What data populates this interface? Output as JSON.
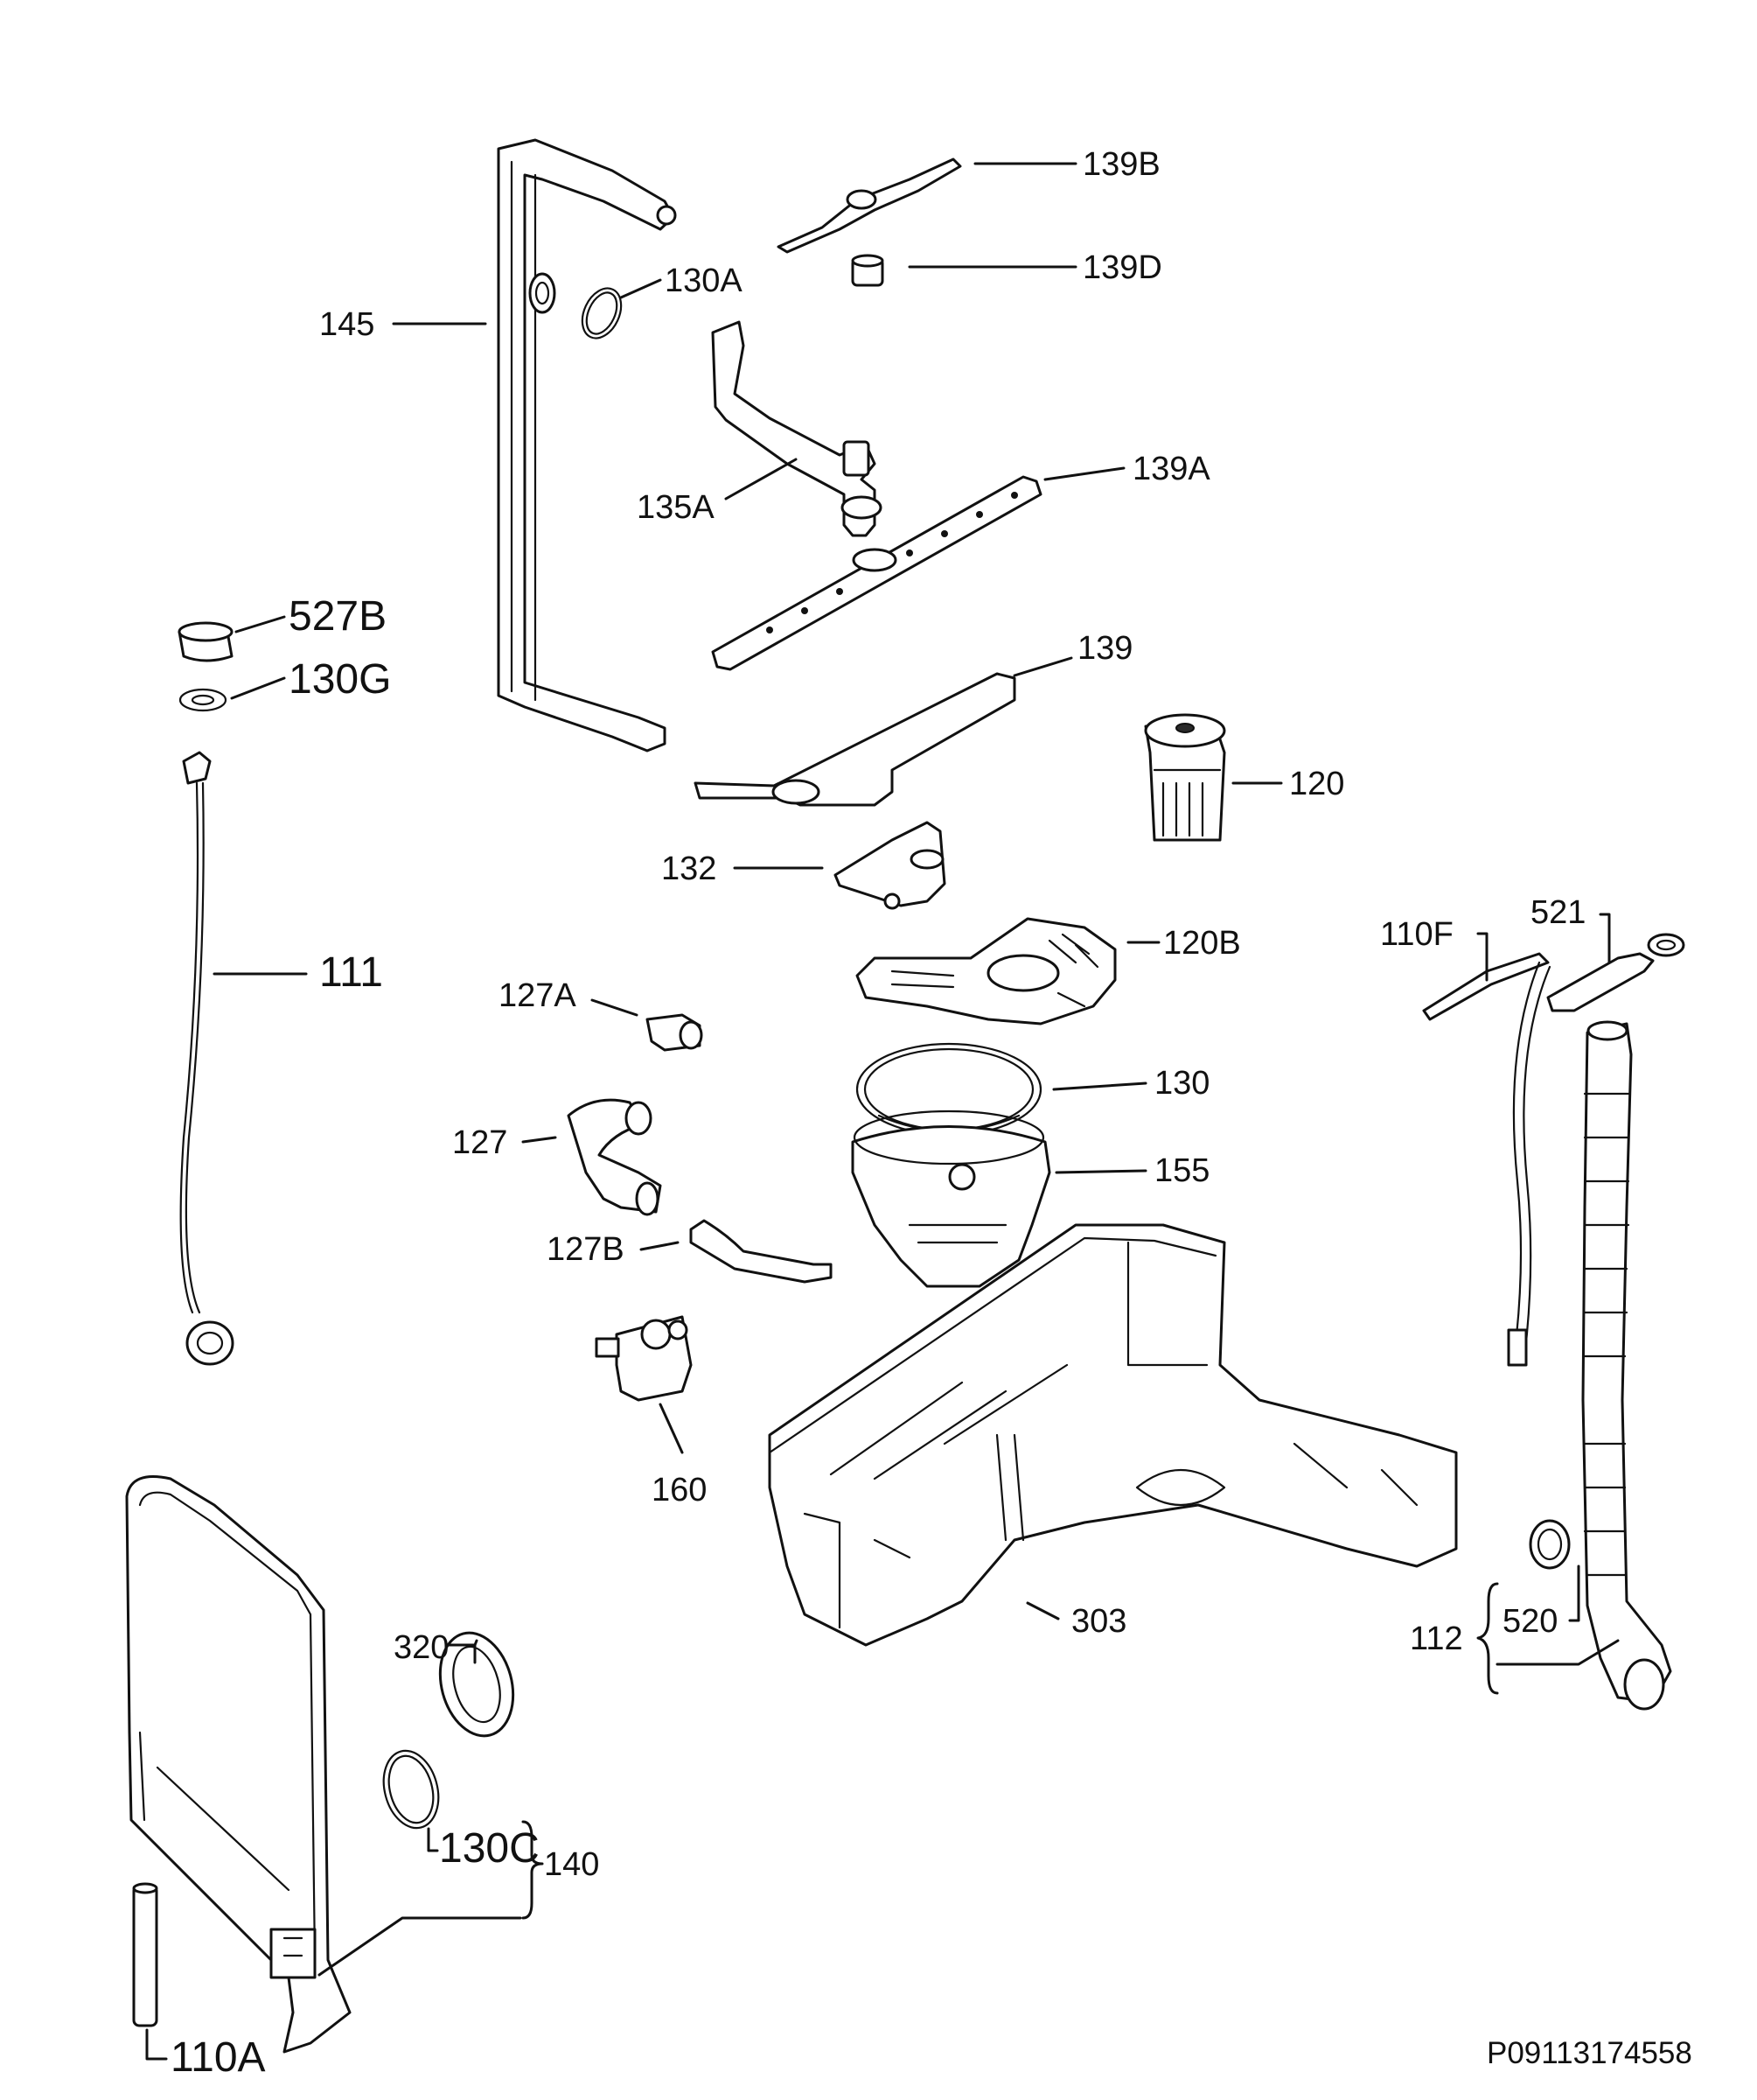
{
  "diagram": {
    "drawing_code": "P09113174558",
    "labels": {
      "l139B": "139B",
      "l139D": "139D",
      "l130A": "130A",
      "l145": "145",
      "l135A": "135A",
      "l139A": "139A",
      "l527B": "527B",
      "l130G": "130G",
      "l139": "139",
      "l120": "120",
      "l111": "111",
      "l132": "132",
      "l120B": "120B",
      "l110F": "110F",
      "l521": "521",
      "l127A": "127A",
      "l130": "130",
      "l127": "127",
      "l155": "155",
      "l127B": "127B",
      "l160": "160",
      "l303": "303",
      "l320": "320",
      "l112": "112",
      "l520": "520",
      "l130C": "130C",
      "l140": "140",
      "l110A": "110A"
    }
  }
}
